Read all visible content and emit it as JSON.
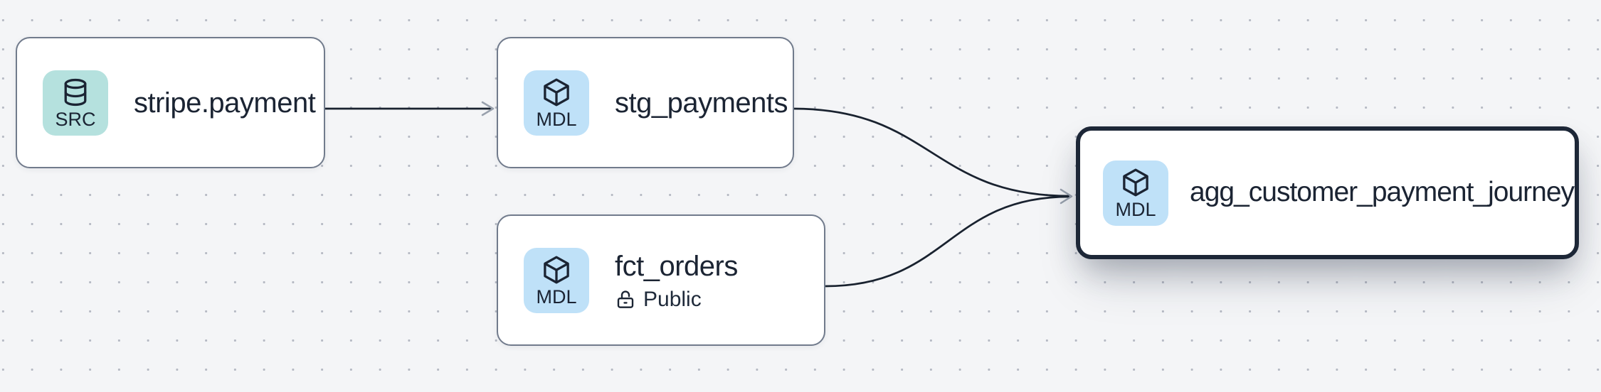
{
  "nodes": [
    {
      "title": "stripe.payment",
      "badge_label": "SRC",
      "type_icon": "database-icon",
      "selected": false
    },
    {
      "title": "stg_payments",
      "badge_label": "MDL",
      "type_icon": "cube-icon",
      "selected": false
    },
    {
      "title": "fct_orders",
      "badge_label": "MDL",
      "type_icon": "cube-icon",
      "access_icon": "unlock-icon",
      "access_label": "Public",
      "selected": false
    },
    {
      "title": "agg_customer_payment_journey",
      "badge_label": "MDL",
      "type_icon": "cube-icon",
      "selected": true
    }
  ],
  "edges": [
    {
      "source": "stripe.payment",
      "target": "stg_payments"
    },
    {
      "source": "stg_payments",
      "target": "agg_customer_payment_journey"
    },
    {
      "source": "fct_orders",
      "target": "agg_customer_payment_journey"
    }
  ],
  "colors": {
    "canvas_background": "#f4f5f7",
    "grid_dot": "#b5b9c3",
    "node_border": "#717b8c",
    "selected_node_border": "#1d2737",
    "edge": "#19222f",
    "arrowhead": "#99a1ad",
    "src_badge_background": "#b5e1de",
    "mdl_badge_background": "#bfe1f8",
    "text": "#1b2433"
  }
}
